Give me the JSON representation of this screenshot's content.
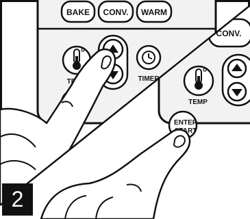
{
  "panel_left": {
    "buttons": [
      "BAKE",
      "CONV.",
      "WARM"
    ],
    "temp_label": "TE",
    "timer_label": "TIMER"
  },
  "panel_right": {
    "conv_label": "CONV.",
    "temp_label": "TEMP",
    "enter_line1": "ENTER",
    "enter_line2": "START"
  },
  "step_number": "2",
  "colors": {
    "ink": "#111111",
    "panel": "#f2f2f2",
    "button": "#ffffff"
  }
}
